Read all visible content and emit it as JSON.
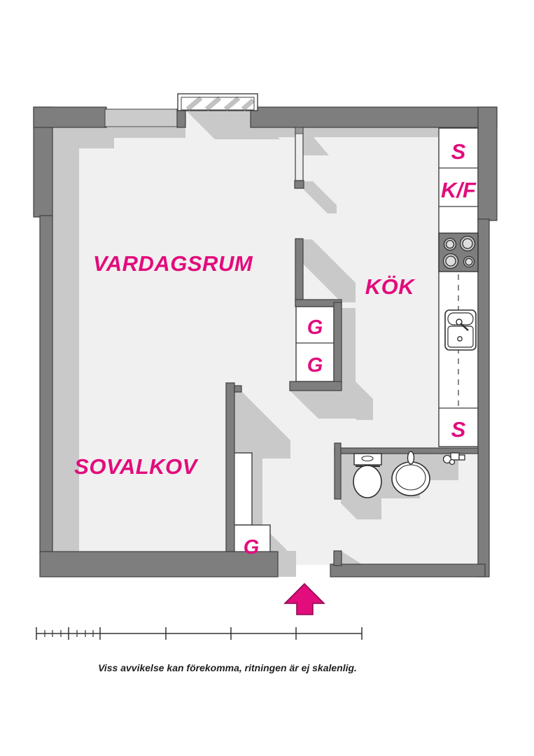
{
  "plan": {
    "caption": "Viss avvikelse kan förekomma, ritningen är ej skalenlig.",
    "rooms": {
      "living": {
        "label": "VARDAGSRUM"
      },
      "kitchen": {
        "label": "KÖK"
      },
      "alcove": {
        "label": "SOVALKOV"
      }
    },
    "fixtures": {
      "closet_top": {
        "label": "S"
      },
      "fridge_freezer": {
        "label": "K/F"
      },
      "closet_bottom": {
        "label": "S"
      },
      "wardrobe_mid_1": {
        "label": "G"
      },
      "wardrobe_mid_2": {
        "label": "G"
      },
      "wardrobe_hall": {
        "label": "G"
      }
    },
    "colors": {
      "wall": "#7e7e7e",
      "wall_outline": "#3f3f3f",
      "light_wall": "#cbcbcb",
      "shadow": "#c9c9c9",
      "floor": "#f0f0f0",
      "accent": "#e20c7c"
    }
  }
}
